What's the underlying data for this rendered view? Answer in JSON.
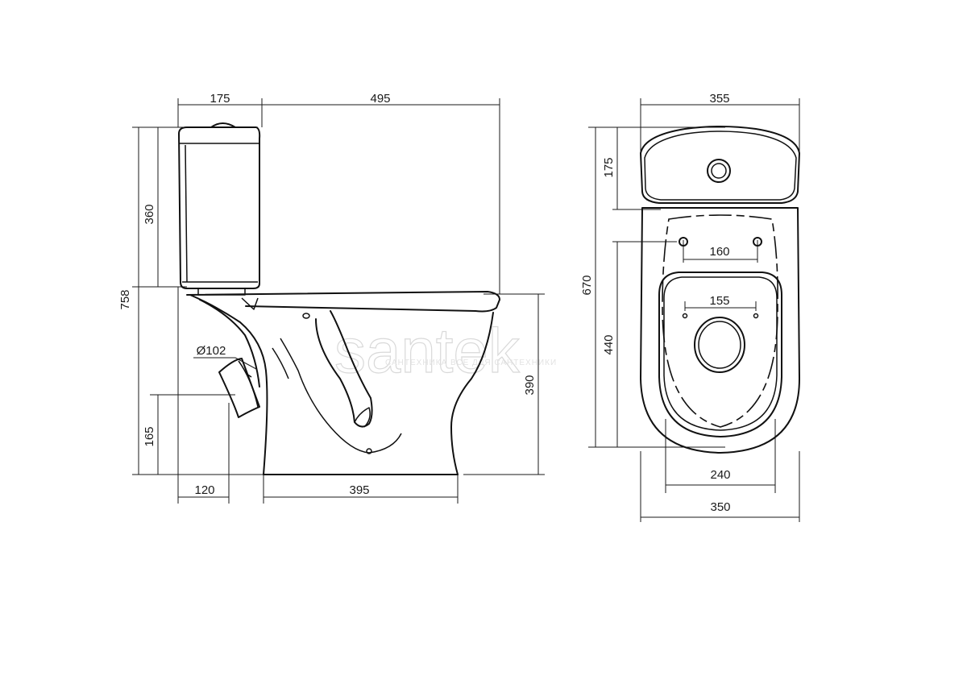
{
  "watermark": {
    "brand": "santek",
    "tagline": "САНТЕХНИКА ВСЕ ДЛЯ САНТЕХНИКИ"
  },
  "side_view": {
    "dims": {
      "tank_depth": "175",
      "bowl_length": "495",
      "total_height": "758",
      "tank_height": "360",
      "outlet_diameter": "Ø102",
      "outlet_height": "165",
      "outlet_offset": "120",
      "foot_length": "395",
      "bowl_height": "390"
    }
  },
  "top_view": {
    "dims": {
      "tank_width": "355",
      "tank_depth": "175",
      "total_depth": "670",
      "hinge_spacing": "160",
      "seat_hole_spacing": "155",
      "bowl_length": "440",
      "bowl_inner_width": "240",
      "bowl_width": "350"
    }
  }
}
